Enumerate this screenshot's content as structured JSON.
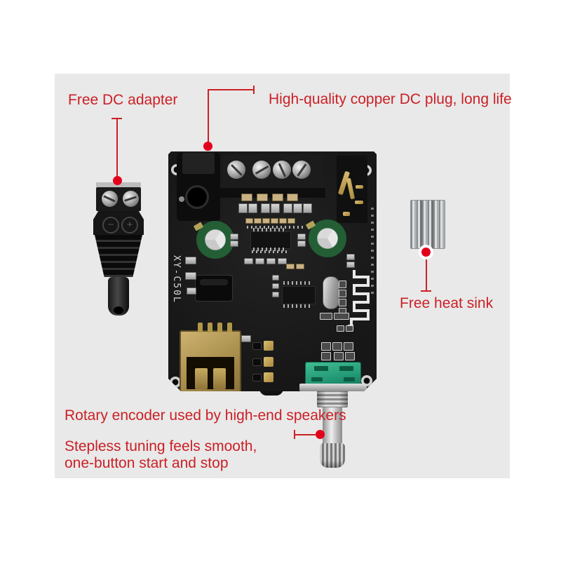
{
  "product": {
    "model": "XY-C50L",
    "adapter_minus_symbol": "−",
    "adapter_plus_symbol": "+"
  },
  "annotations": {
    "dc_adapter": "Free DC adapter",
    "dc_plug": "High-quality copper DC plug, long life",
    "heat_sink": "Free heat sink",
    "encoder_line1": "Rotary encoder used by high-end speakers",
    "encoder_line2": "Stepless tuning feels smooth,",
    "encoder_line3": "one-button start and stop"
  },
  "colors": {
    "annotation_red": "#cb2026",
    "dot_red": "#e3001b",
    "panel_gray": "#e9e9e9",
    "pcb_black": "#171717",
    "encoder_teal": "#219573",
    "usb_gold": "#a98f4c",
    "cap_green": "#235e35",
    "heatsink_silver": "#c0c2c4"
  }
}
